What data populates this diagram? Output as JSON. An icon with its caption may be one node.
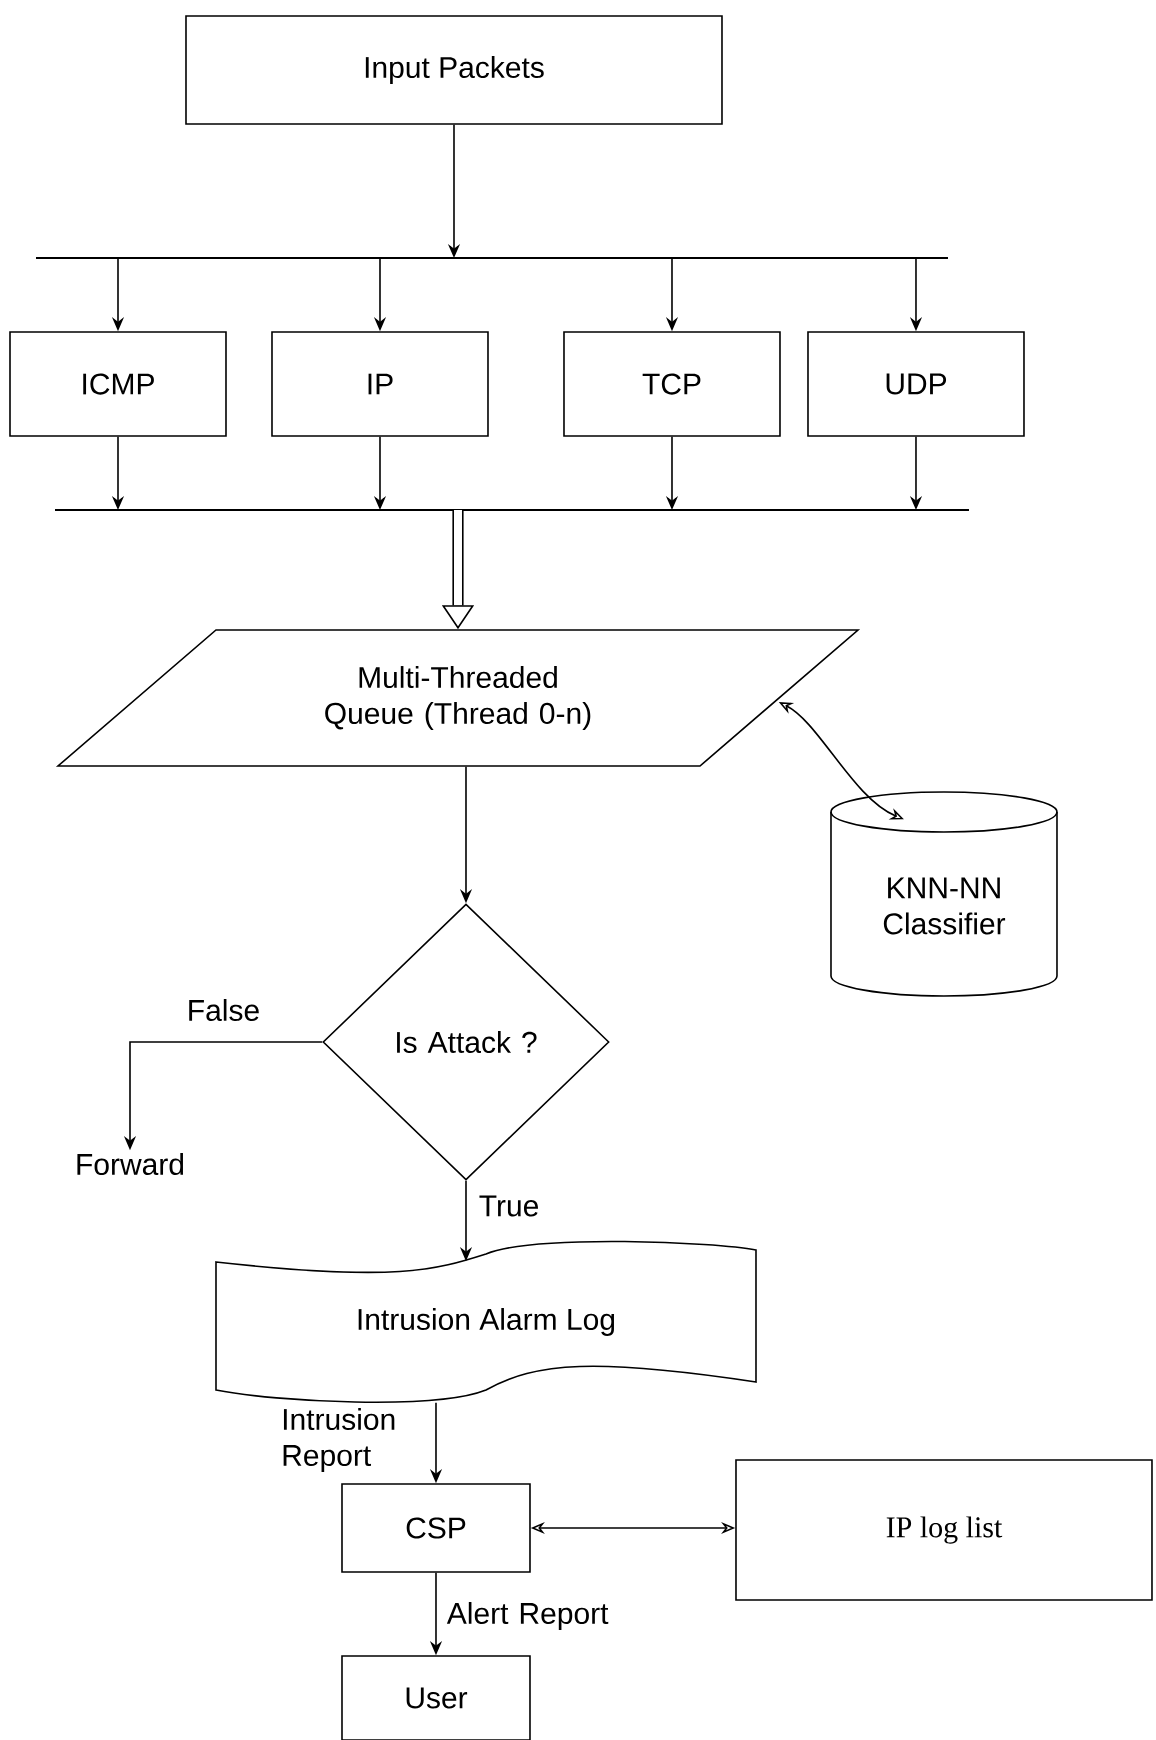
{
  "diagram": {
    "nodes": [
      {
        "text": [
          "Input Packets"
        ]
      },
      {
        "text": [],
        "shape": "bar"
      },
      {
        "text": [
          "ICMP"
        ]
      },
      {
        "text": [
          "IP"
        ]
      },
      {
        "text": [
          "TCP"
        ]
      },
      {
        "text": [
          "UDP"
        ]
      },
      {
        "text": [],
        "shape": "bar"
      },
      {
        "text": [
          "Multi-Threaded Queue (Thread 0-n)"
        ]
      },
      {
        "text": [
          "KNN-NN Classifier"
        ]
      },
      {
        "text": [
          "Is Attack ?"
        ]
      },
      {
        "text": [
          "Forward"
        ]
      },
      {
        "text": [
          "Intrusion Alarm Log"
        ]
      },
      {
        "text": [
          "CSP"
        ]
      },
      {
        "text": [
          "IP log list"
        ]
      },
      {
        "text": [
          "User"
        ]
      }
    ],
    "edges": [
      {
        "from": 0,
        "to": 1,
        "arrow": "to"
      },
      {
        "from": 1,
        "to": 2,
        "arrow": "to"
      },
      {
        "from": 1,
        "to": 3,
        "arrow": "to"
      },
      {
        "from": 1,
        "to": 4,
        "arrow": "to"
      },
      {
        "from": 1,
        "to": 5,
        "arrow": "to"
      },
      {
        "from": 2,
        "to": 6,
        "arrow": "to"
      },
      {
        "from": 3,
        "to": 6,
        "arrow": "to"
      },
      {
        "from": 4,
        "to": 6,
        "arrow": "to"
      },
      {
        "from": 5,
        "to": 6,
        "arrow": "to"
      },
      {
        "from": 6,
        "to": 7,
        "arrow": "to",
        "style": "thick"
      },
      {
        "from": 7,
        "to": 8,
        "arrow": "both"
      },
      {
        "from": 7,
        "to": 9,
        "arrow": "to"
      },
      {
        "from": 9,
        "to": 10,
        "arrow": "to",
        "label": "False"
      },
      {
        "from": 9,
        "to": 11,
        "arrow": "to",
        "label": "True"
      },
      {
        "from": 11,
        "to": 12,
        "arrow": "to",
        "label": "Intrusion Report"
      },
      {
        "from": 12,
        "to": 13,
        "arrow": "both"
      },
      {
        "from": 12,
        "to": 14,
        "arrow": "to",
        "label": "Alert Report"
      }
    ]
  }
}
